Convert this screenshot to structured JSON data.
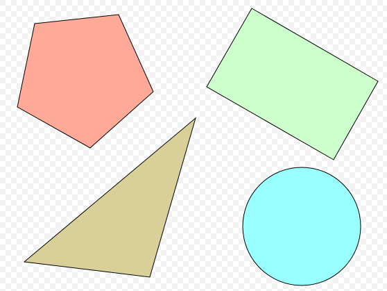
{
  "canvas": {
    "background": "transparent-checkerboard",
    "checker_colors": [
      "#ffffff",
      "#f2f2f2"
    ]
  },
  "shapes": [
    {
      "name": "pentagon",
      "fill": "#ffaa99",
      "stroke": "#000000"
    },
    {
      "name": "rectangle",
      "fill": "#ccffcc",
      "stroke": "#000000"
    },
    {
      "name": "triangle",
      "fill": "#d9d099",
      "stroke": "#000000"
    },
    {
      "name": "circle",
      "fill": "#99ffff",
      "stroke": "#000000"
    }
  ]
}
